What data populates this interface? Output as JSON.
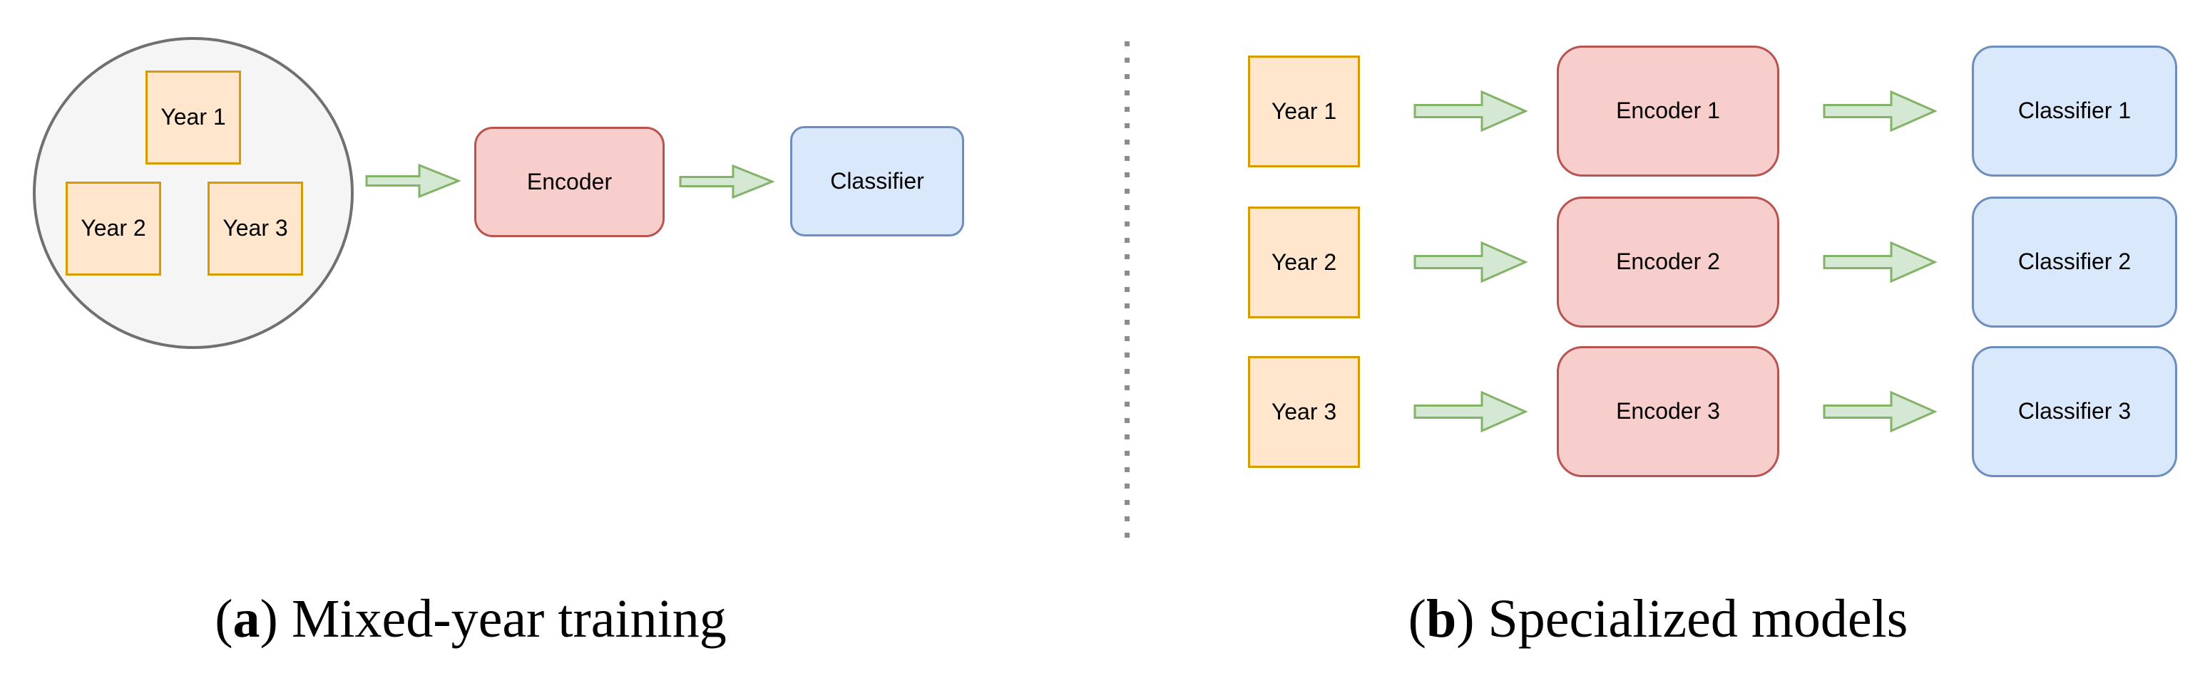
{
  "palette": {
    "background": "#FFFFFF",
    "text": "#000000",
    "year_fill": "#FFE6CC",
    "year_stroke": "#D79B00",
    "encoder_fill": "#F8CECC",
    "encoder_stroke": "#B85450",
    "classifier_fill": "#DAE8FC",
    "classifier_stroke": "#6C8EBF",
    "arrow_fill": "#D5E8D4",
    "arrow_stroke": "#82B366",
    "pool_fill": "#F5F5F5",
    "pool_stroke": "#707070",
    "divider_dot": "#8C8C8C"
  },
  "panel_a": {
    "pool_years": [
      "Year 1",
      "Year 2",
      "Year 3"
    ],
    "encoder_label": "Encoder",
    "classifier_label": "Classifier",
    "caption": {
      "open_paren": "(",
      "letter": "a",
      "close_text": ") Mixed-year training"
    }
  },
  "panel_b": {
    "rows": [
      {
        "year": "Year 1",
        "encoder": "Encoder 1",
        "classifier": "Classifier 1"
      },
      {
        "year": "Year 2",
        "encoder": "Encoder 2",
        "classifier": "Classifier 2"
      },
      {
        "year": "Year 3",
        "encoder": "Encoder 3",
        "classifier": "Classifier 3"
      }
    ],
    "caption": {
      "open_paren": "(",
      "letter": "b",
      "close_text": ") Specialized models"
    }
  }
}
